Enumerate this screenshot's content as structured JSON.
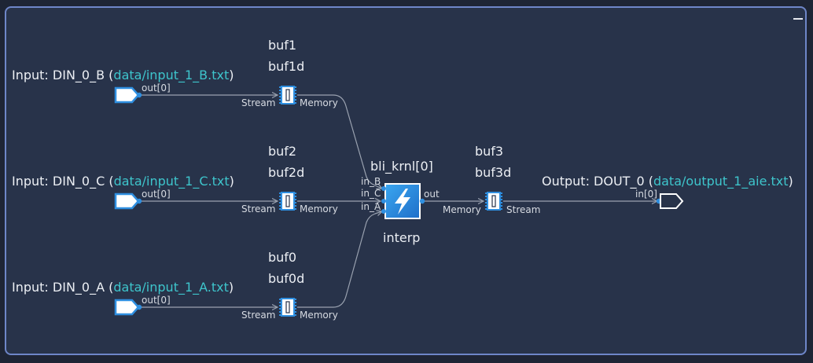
{
  "inputs": [
    {
      "prefix": "Input: DIN_0_B (",
      "file": "data/input_1_B.txt",
      "suffix": ")",
      "port": "out[0]"
    },
    {
      "prefix": "Input: DIN_0_C (",
      "file": "data/input_1_C.txt",
      "suffix": ")",
      "port": "out[0]"
    },
    {
      "prefix": "Input: DIN_0_A (",
      "file": "data/input_1_A.txt",
      "suffix": ")",
      "port": "out[0]"
    }
  ],
  "buffers": [
    {
      "name": "buf1",
      "name_d": "buf1d",
      "left_label": "Stream",
      "right_label": "Memory"
    },
    {
      "name": "buf2",
      "name_d": "buf2d",
      "left_label": "Stream",
      "right_label": "Memory"
    },
    {
      "name": "buf0",
      "name_d": "buf0d",
      "left_label": "Stream",
      "right_label": "Memory"
    },
    {
      "name": "buf3",
      "name_d": "buf3d",
      "left_label": "Memory",
      "right_label": "Stream"
    }
  ],
  "kernel": {
    "name": "bli_krnl[0]",
    "function": "interp",
    "in_ports": [
      "in_B",
      "in_C",
      "in_A"
    ],
    "out_port": "out"
  },
  "output": {
    "prefix": "Output: DOUT_0 (",
    "file": "data/output_1_aie.txt",
    "suffix": ")",
    "port": "in[0]"
  },
  "colors": {
    "background": "#28334a",
    "frame_border": "#6e86c8",
    "node_accent": "#2f8fe0",
    "link_text": "#3ec5cc",
    "wire": "#9aa2b0"
  },
  "controls": {
    "minimize_icon": "minimize-icon"
  }
}
